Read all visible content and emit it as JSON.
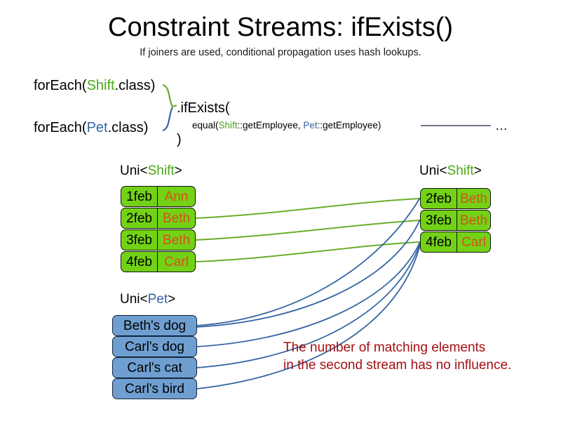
{
  "header": {
    "title": "Constraint Streams: ifExists()",
    "subtitle": "If joiners are used, conditional propagation uses hash lookups."
  },
  "code": {
    "foreach_shift": {
      "prefix": "forEach(",
      "type": "Shift",
      "suffix": ".class)"
    },
    "foreach_pet": {
      "prefix": "forEach(",
      "type": "Pet",
      "suffix": ".class)"
    },
    "if_exists": ".ifExists(",
    "equal": {
      "prefix": "equal(",
      "left_type": "Shift",
      "left_method": "::getEmployee, ",
      "right_type": "Pet",
      "right_method": "::getEmployee)"
    },
    "close_paren": ")",
    "ellipsis": "…"
  },
  "streams": {
    "left_shift": {
      "caption_prefix": "Uni<",
      "caption_type": "Shift",
      "caption_suffix": ">",
      "rows": [
        {
          "date": "1feb",
          "name": "Ann"
        },
        {
          "date": "2feb",
          "name": "Beth"
        },
        {
          "date": "3feb",
          "name": "Beth"
        },
        {
          "date": "4feb",
          "name": "Carl"
        }
      ]
    },
    "right_shift": {
      "caption_prefix": "Uni<",
      "caption_type": "Shift",
      "caption_suffix": ">",
      "rows": [
        {
          "date": "2feb",
          "name": "Beth"
        },
        {
          "date": "3feb",
          "name": "Beth"
        },
        {
          "date": "4feb",
          "name": "Carl"
        }
      ]
    },
    "left_pet": {
      "caption_prefix": "Uni<",
      "caption_type": "Pet",
      "caption_suffix": ">",
      "rows": [
        {
          "label": "Beth's dog"
        },
        {
          "label": "Carl's dog"
        },
        {
          "label": "Carl's cat"
        },
        {
          "label": "Carl's bird"
        }
      ]
    }
  },
  "annotation": {
    "line1": "The number of matching elements",
    "line2": "in the second stream has no influence."
  },
  "colors": {
    "shift_green": "#73d216",
    "shift_green_text": "#4aa916",
    "pet_blue": "#6f9fd0",
    "pet_blue_text": "#3465a4",
    "name_orange": "#d4521b",
    "annotation_red": "#a40f13",
    "green_connector": "#6aad28",
    "blue_connector": "#3465a4",
    "joiner_line": "#6b5b7b"
  }
}
